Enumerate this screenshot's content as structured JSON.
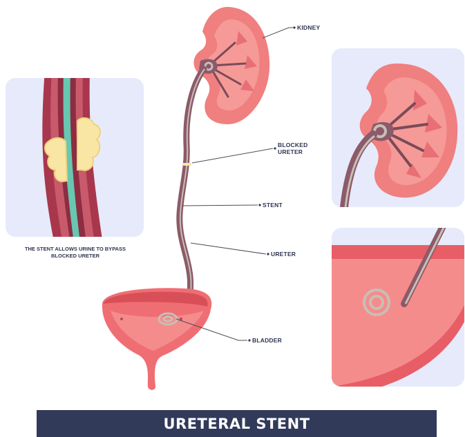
{
  "labels": {
    "kidney": "KIDNEY",
    "blocked_ureter": [
      "BLOCKED",
      "URETER"
    ],
    "stent": "STENT",
    "ureter": "URETER",
    "bladder": "BLADDER"
  },
  "caption": [
    "THE STENT ALLOWS URINE TO BYPASS",
    "BLOCKED URETER"
  ],
  "title": "URETERAL STENT",
  "colors": {
    "panel_bg": "#e6eafb",
    "kidney": "#f07f7f",
    "ureter": "#8c5a6a",
    "stent_green": "#68c7b0",
    "blockage": "#f9e6a5",
    "bladder": "#ef6e73",
    "banner": "#323a5a",
    "text": "#2e3550"
  }
}
